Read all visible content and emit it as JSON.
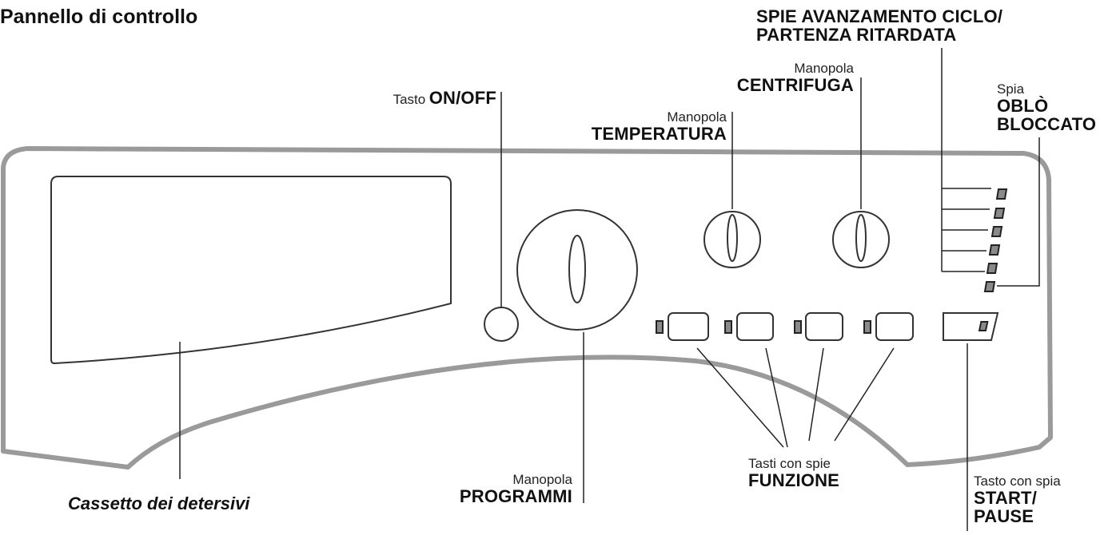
{
  "title": "Pannello di controllo",
  "labels": {
    "on_off": {
      "prefix": "Tasto",
      "name": "ON/OFF"
    },
    "temperatura": {
      "prefix": "Manopola",
      "name": "TEMPERATURA"
    },
    "centrifuga": {
      "prefix": "Manopola",
      "name": "CENTRIFUGA"
    },
    "spie_avanzamento": {
      "line1": "SPIE AVANZAMENTO CICLO/",
      "line2": "PARTENZA RITARDATA"
    },
    "oblo": {
      "prefix": "Spia",
      "line1": "OBLÒ",
      "line2": "BLOCCATO"
    },
    "programmi": {
      "prefix": "Manopola",
      "name": "PROGRAMMI"
    },
    "funzione": {
      "prefix": "Tasti con spie",
      "name": "FUNZIONE"
    },
    "start_pause": {
      "prefix": "Tasto con spia",
      "line1": "START/",
      "line2": "PAUSE"
    },
    "cassetto": "Cassetto dei detersivi"
  },
  "colors": {
    "panel_outline": "#9a9a9a",
    "line": "#222222",
    "led_fill": "#8a8a8a"
  }
}
